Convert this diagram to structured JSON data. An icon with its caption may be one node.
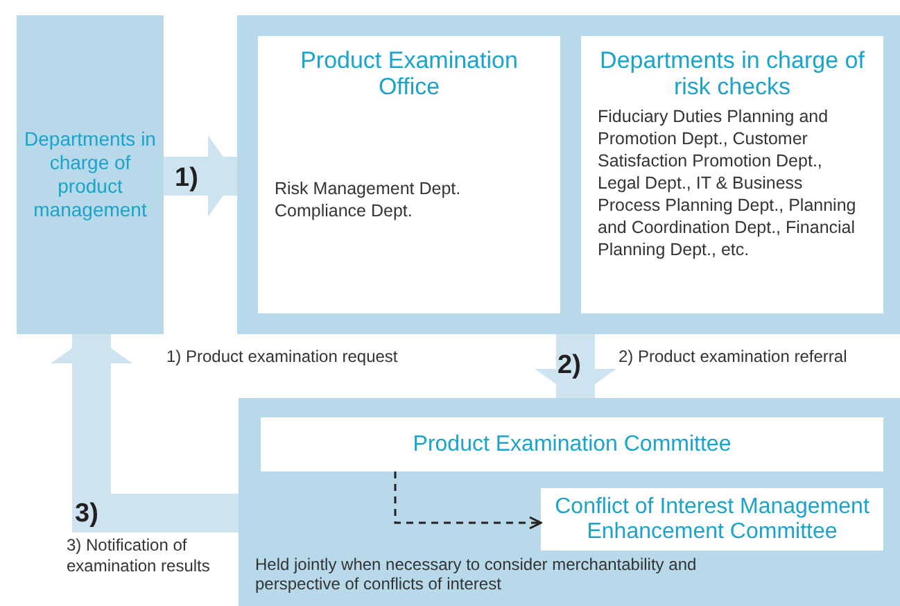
{
  "diagram": {
    "nodes": [
      {
        "text": [
          "Departments in charge of product management"
        ]
      },
      {
        "text": [],
        "shape": "box"
      },
      {
        "text": [
          "Product Examination Office",
          "Risk Management Dept.",
          "Compliance Dept."
        ],
        "in": 1
      },
      {
        "text": [
          "Departments in charge of risk checks",
          "Fiduciary Duties Planning and Promotion Dept., Customer Satisfaction Promotion Dept., Legal Dept., IT & Business Process Planning Dept., Planning and Coordination Dept., Financial Planning Dept., etc."
        ],
        "in": 1
      },
      {
        "text": [
          "Held jointly when necessary to consider merchantability and perspective of conflicts of interest"
        ]
      },
      {
        "text": [
          "Product Examination Committee"
        ],
        "in": 4
      },
      {
        "text": [
          "Conflict of Interest Management Enhancement Committee"
        ],
        "in": 4
      }
    ],
    "edges": [
      {
        "from": 0,
        "to": 1,
        "arrow": "to",
        "label": "1)"
      },
      {
        "from": 1,
        "to": 4,
        "arrow": "to",
        "label": "2)"
      },
      {
        "from": 4,
        "to": 0,
        "arrow": "to",
        "label": "3)"
      },
      {
        "from": 5,
        "to": 6,
        "arrow": "to",
        "style": "dashed",
        "color": "#231f20"
      }
    ],
    "labels": [
      "1) Product examination request",
      "2) Product examination referral",
      "3) Notification of examination results"
    ]
  }
}
